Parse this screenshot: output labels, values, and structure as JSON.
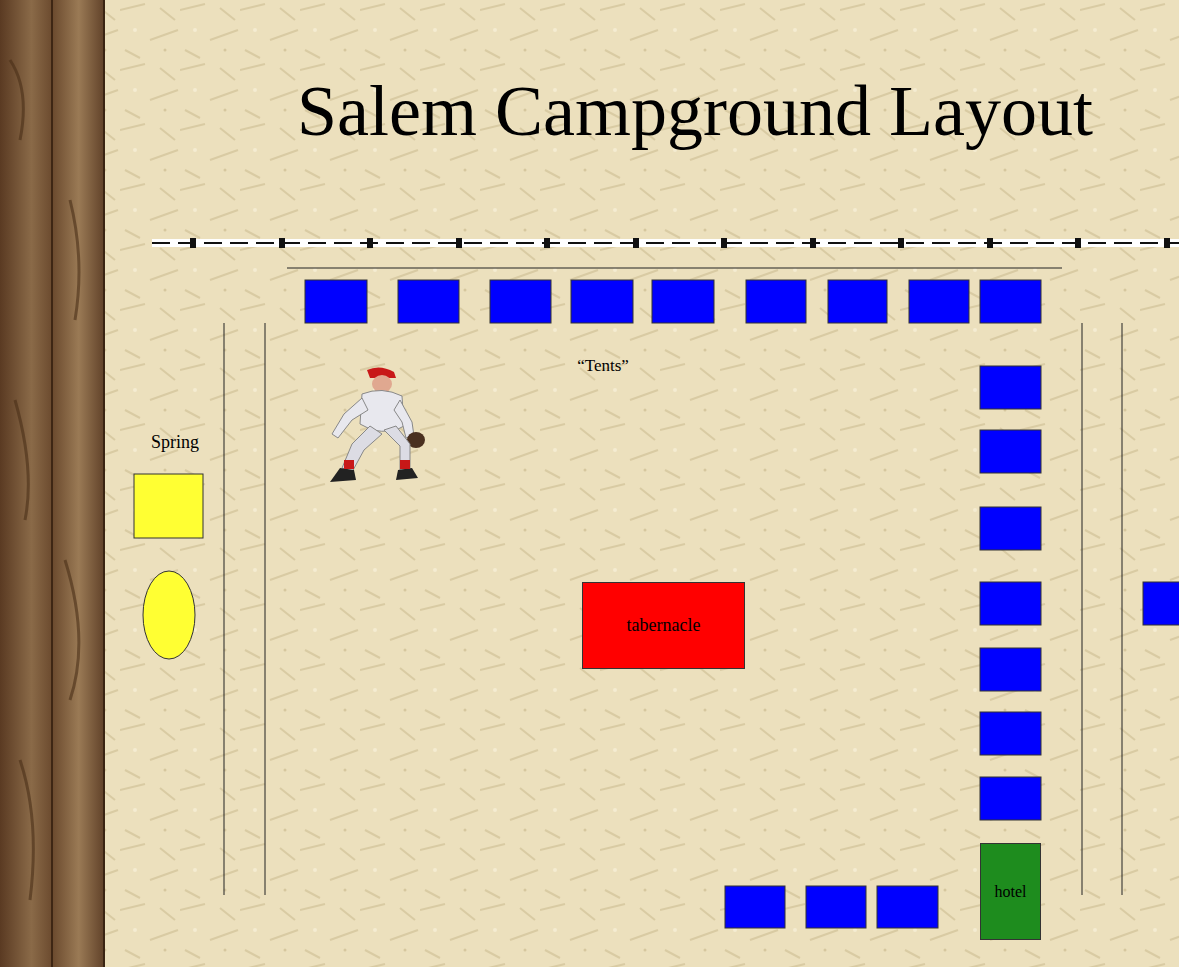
{
  "diagram": {
    "title": "Salem Campground Layout",
    "nodes": [
      {
        "text": [
          "tabernacle"
        ]
      },
      {
        "text": [
          "hotel"
        ]
      }
    ],
    "labels": [
      "“Tents”",
      "Spring"
    ]
  }
}
